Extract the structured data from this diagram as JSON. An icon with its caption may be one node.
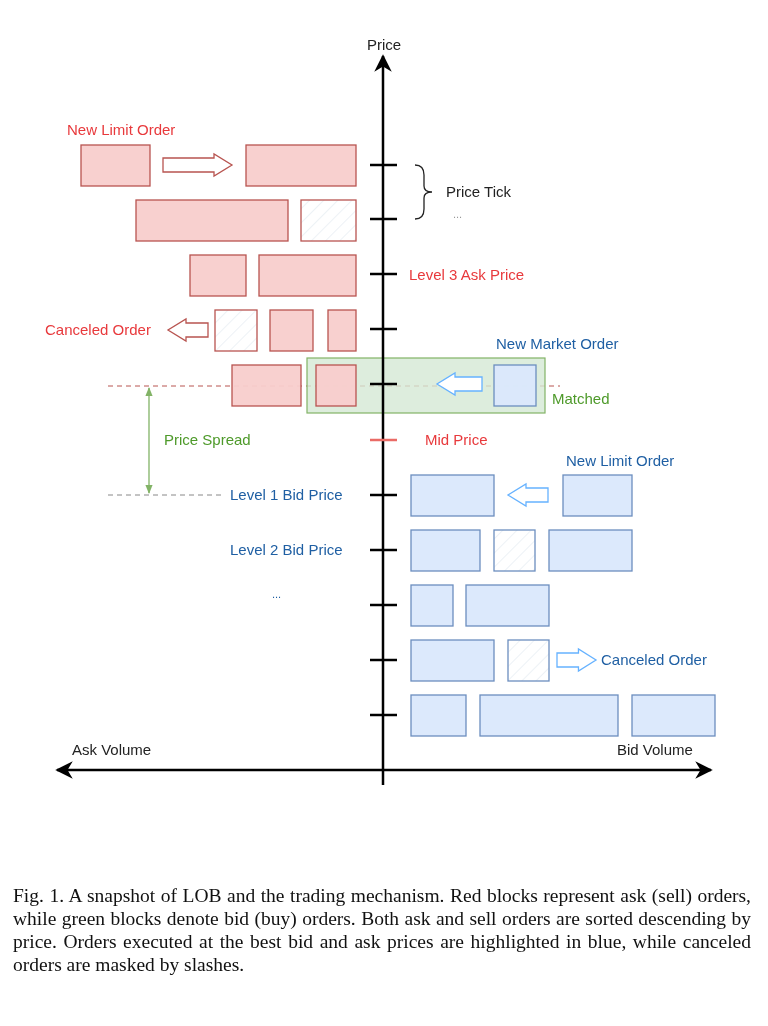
{
  "diagram": {
    "caption": "Fig. 1.  A snapshot of LOB and the trading mechanism. Red blocks represent ask (sell) orders, while green blocks denote bid (buy) orders. Both ask and sell orders are sorted descending by price. Orders executed at the best bid and ask prices are highlighted in blue, while canceled orders are masked by slashes.",
    "labels": [
      "Price",
      "New Limit Order",
      "Price Tick",
      "...",
      "Level 3 Ask Price",
      "Canceled Order",
      "New Market Order",
      "Matched",
      "Price Spread",
      "Mid Price",
      "New Limit Order",
      "Level 1 Bid Price",
      "Level 2 Bid Price",
      "...",
      "Canceled Order",
      "Ask Volume",
      "Bid Volume"
    ]
  }
}
